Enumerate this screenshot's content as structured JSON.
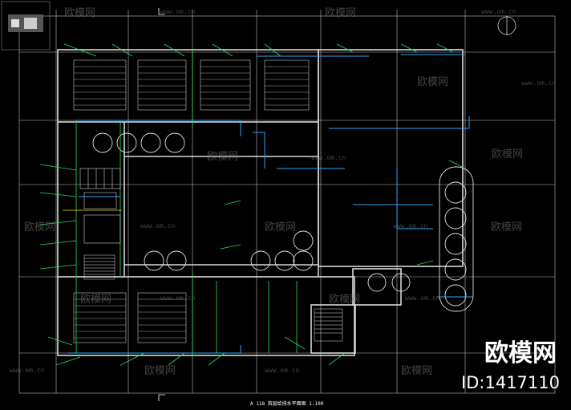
{
  "watermark": {
    "brand": "欧模网",
    "url": "www.om.cn"
  },
  "badge": {
    "brand": "欧模网",
    "id": "ID:1417110"
  },
  "drawing": {
    "title": "A 118 首层给排水平面图  1:100"
  },
  "colors": {
    "background": "#000000",
    "wall": "#d8d8d8",
    "water_supply": "#2aa8ff",
    "drain": "#22e05a",
    "axis": "#ffffff",
    "hot_water": "#ffd400"
  }
}
